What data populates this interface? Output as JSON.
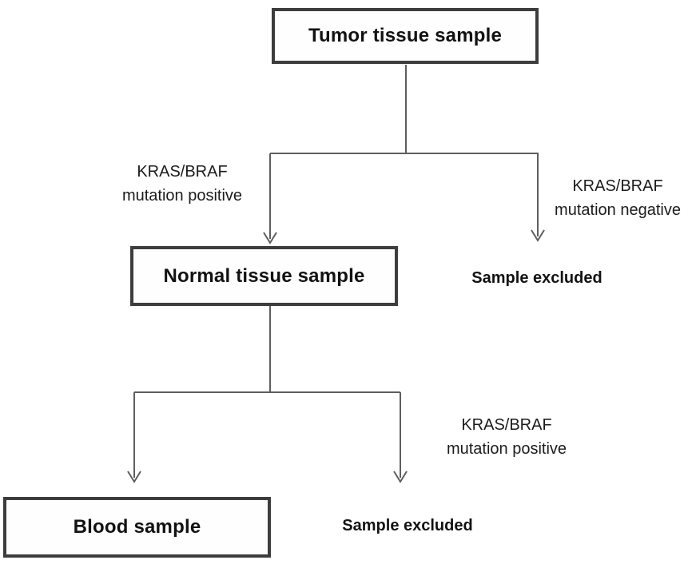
{
  "diagram": {
    "nodes": {
      "tumor": {
        "label": "Tumor tissue sample"
      },
      "normal": {
        "label": "Normal tissue sample"
      },
      "blood": {
        "label": "Blood sample"
      }
    },
    "outcomes": {
      "excluded_top": "Sample excluded",
      "excluded_bottom": "Sample excluded"
    },
    "branch_labels": {
      "top_left": {
        "line1": "KRAS/BRAF",
        "line2": "mutation positive"
      },
      "top_right": {
        "line1": "KRAS/BRAF",
        "line2": "mutation negative"
      },
      "bottom_right": {
        "line1": "KRAS/BRAF",
        "line2": "mutation positive"
      }
    },
    "colors": {
      "box_border": "#3d3d3d",
      "connector": "#5e5e5e",
      "text": "#1c1c1c",
      "background": "#ffffff"
    }
  }
}
